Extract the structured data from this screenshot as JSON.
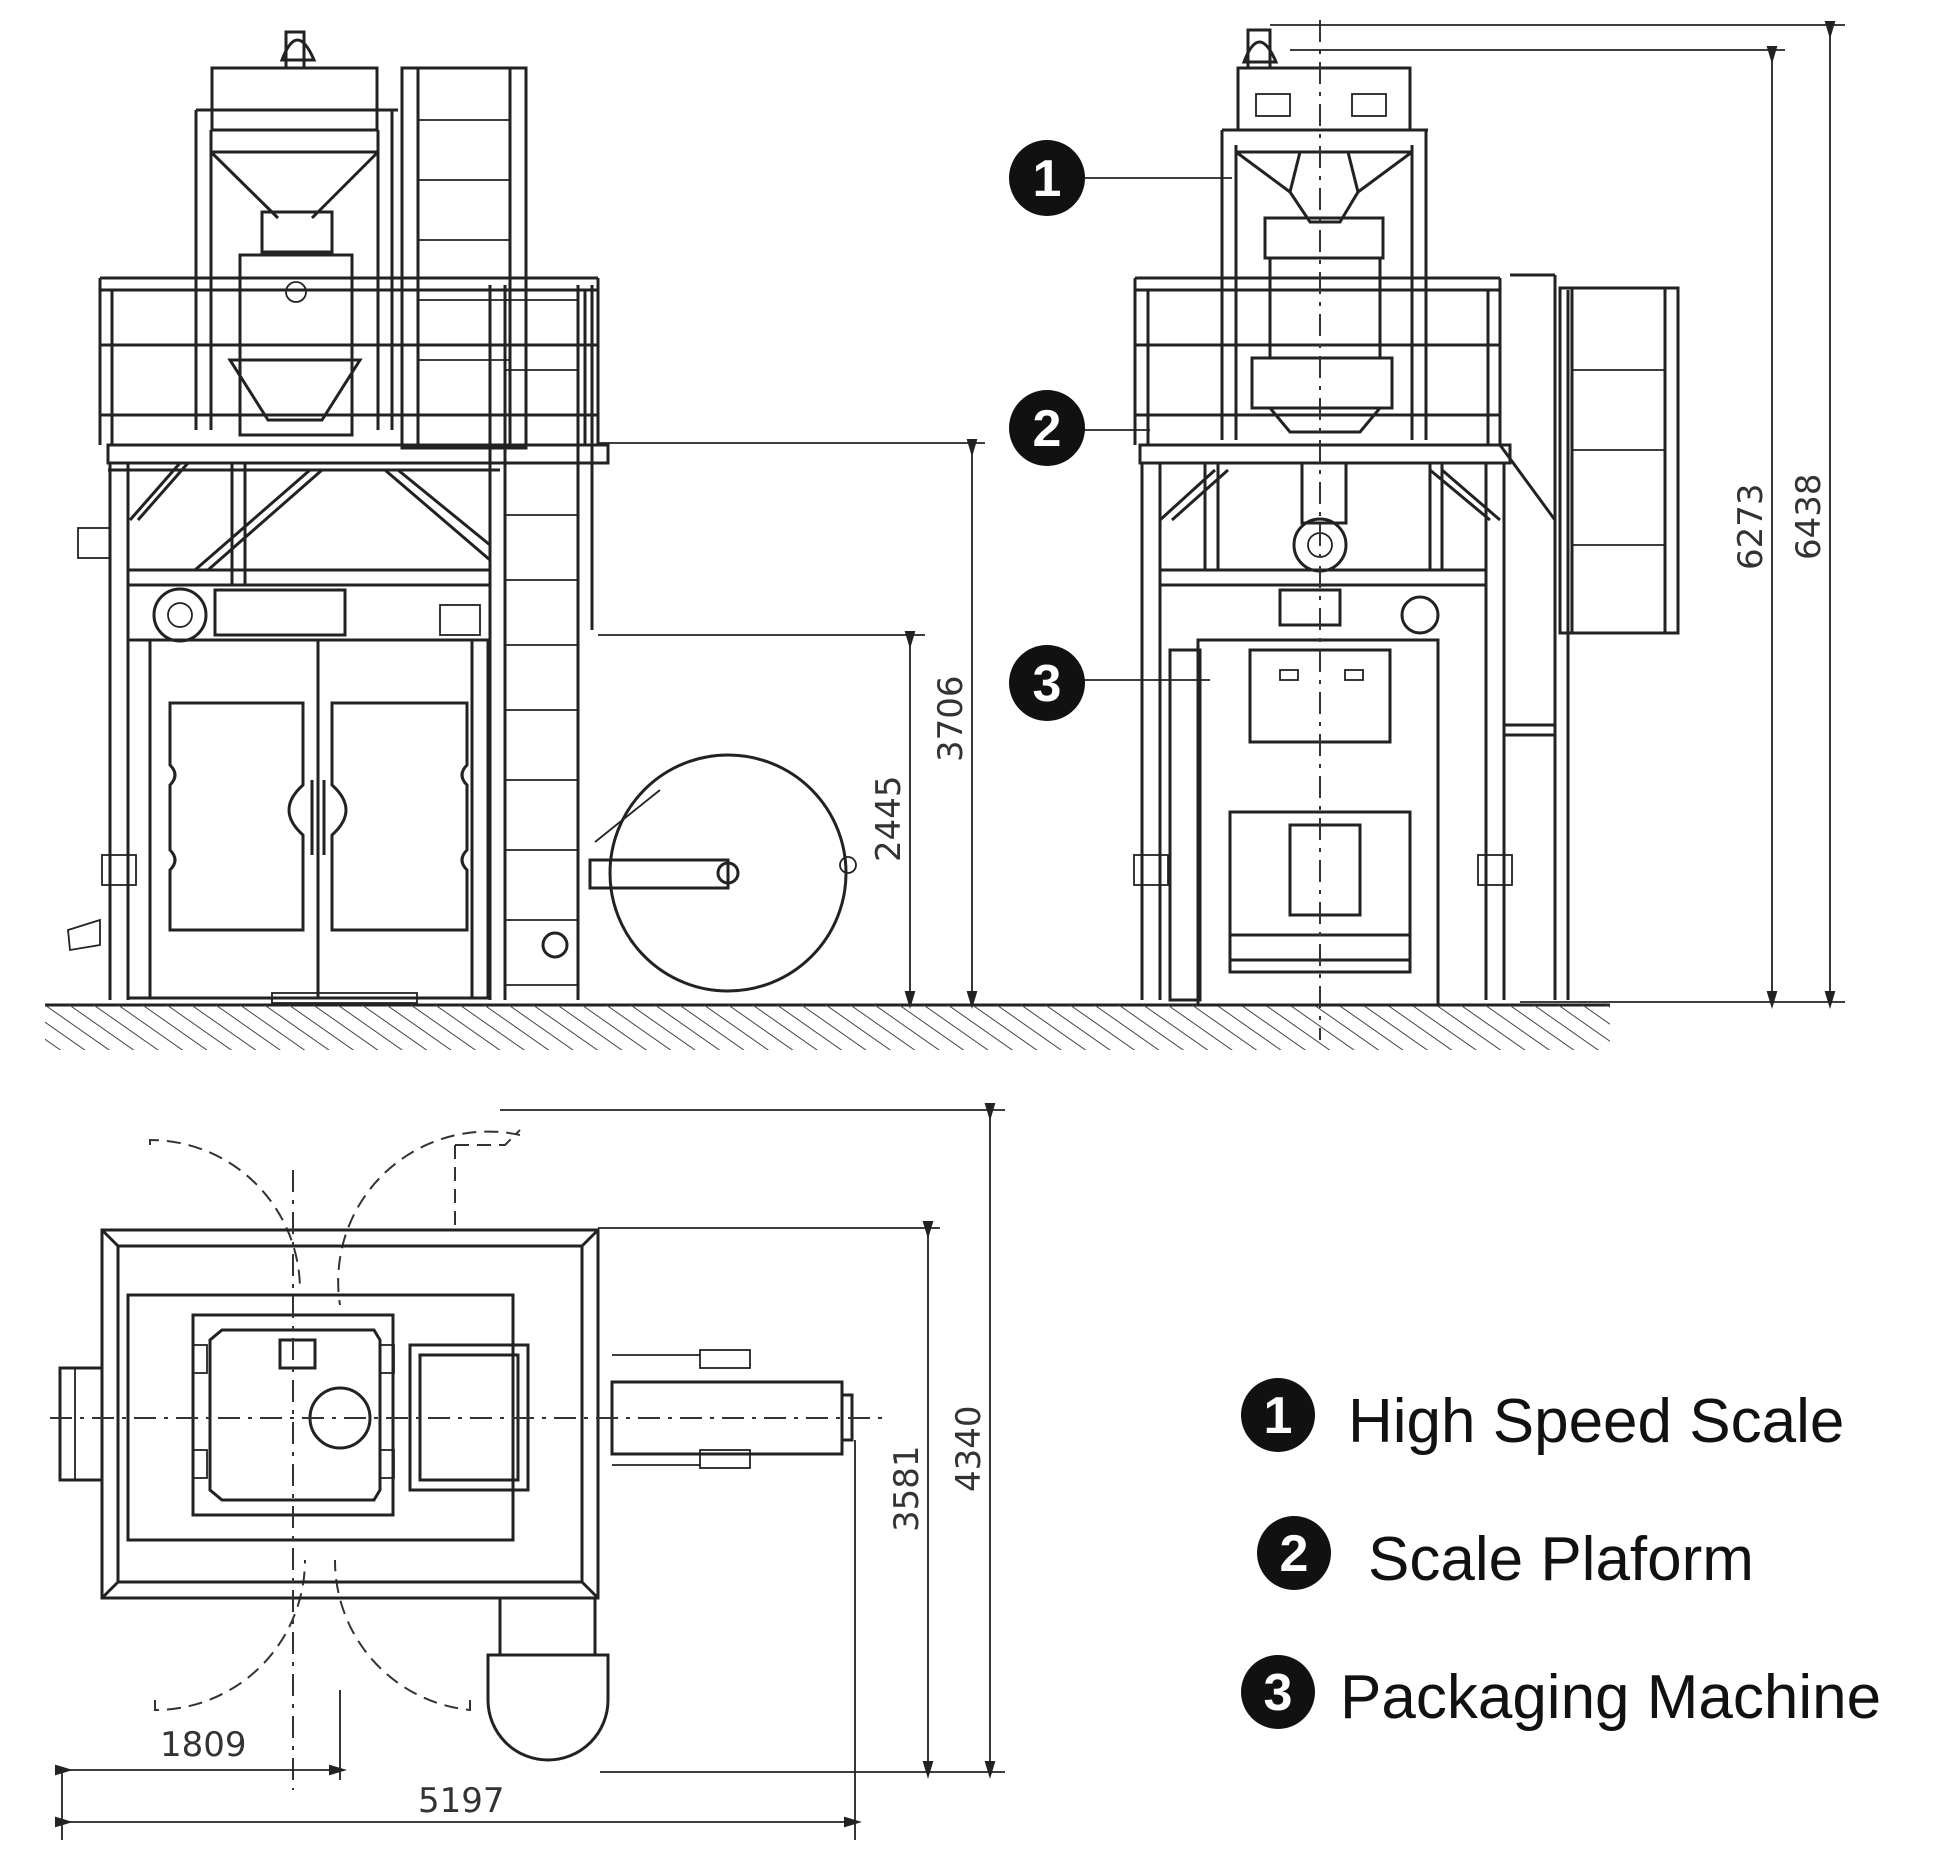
{
  "callouts": [
    "1",
    "2",
    "3"
  ],
  "legend": [
    {
      "number": "1",
      "label": "High Speed Scale"
    },
    {
      "number": "2",
      "label": "Scale Plaform"
    },
    {
      "number": "3",
      "label": "Packaging Machine"
    }
  ],
  "dimensions": {
    "front_height_3706": "3706",
    "front_height_2445": "2445",
    "side_height_6273": "6273",
    "side_height_6438": "6438",
    "plan_depth_4340": "4340",
    "plan_depth_3581": "3581",
    "plan_width_1809": "1809",
    "plan_width_5197": "5197"
  },
  "colors": {
    "line": "#222222",
    "callout_fill": "#111111",
    "background": "#ffffff"
  }
}
